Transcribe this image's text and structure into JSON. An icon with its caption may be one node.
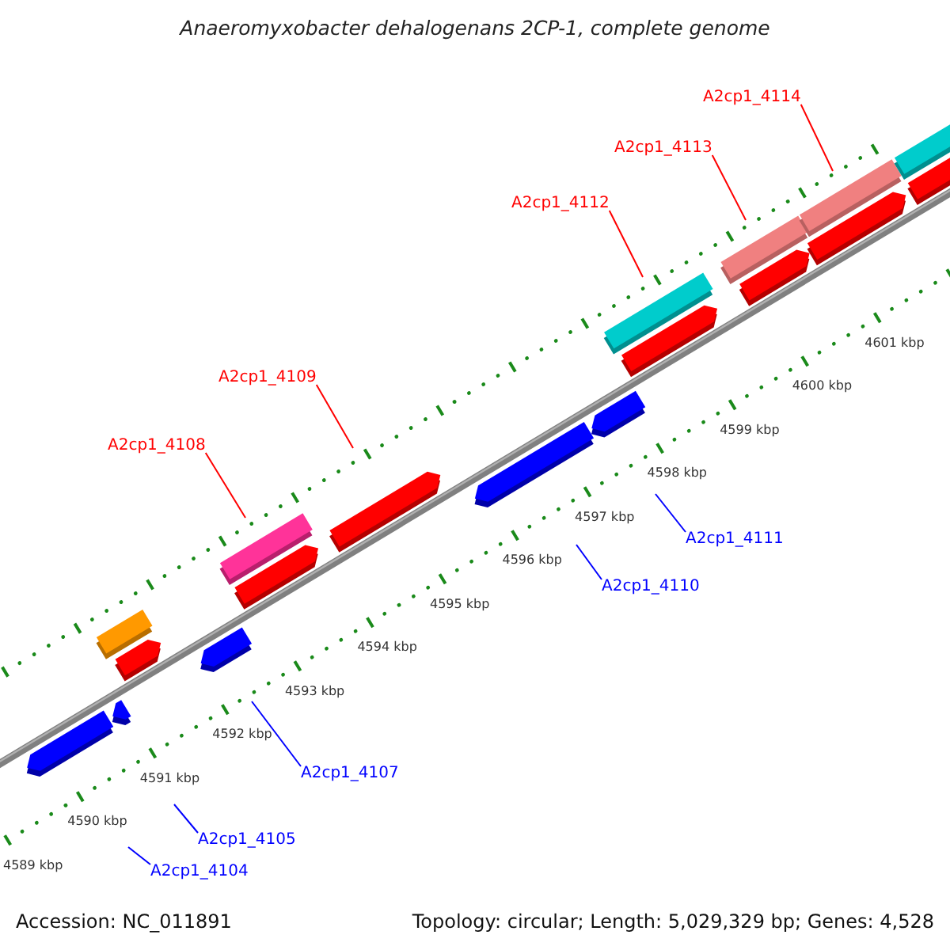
{
  "diagram": {
    "title": "Anaeromyxobacter dehalogenans 2CP-1, complete genome",
    "nodes": [
      {
        "text": [
          "A2cp1_4114"
        ]
      },
      {
        "text": [
          "A2cp1_4113"
        ]
      },
      {
        "text": [
          "A2cp1_4112"
        ]
      },
      {
        "text": [
          "A2cp1_4109"
        ]
      },
      {
        "text": [
          "A2cp1_4108"
        ]
      },
      {
        "text": [
          "A2cp1_4111"
        ]
      },
      {
        "text": [
          "A2cp1_4110"
        ]
      },
      {
        "text": [
          "A2cp1_4107"
        ]
      },
      {
        "text": [
          "A2cp1_4105"
        ]
      },
      {
        "text": [
          "A2cp1_4104"
        ]
      }
    ],
    "edges": [
      {
        "from": 0,
        "to": null,
        "arrow": "none",
        "color": "#ff0000"
      },
      {
        "from": 1,
        "to": null,
        "arrow": "none",
        "color": "#ff0000"
      },
      {
        "from": 2,
        "to": null,
        "arrow": "none",
        "color": "#ff0000"
      },
      {
        "from": 3,
        "to": null,
        "arrow": "none",
        "color": "#ff0000"
      },
      {
        "from": 4,
        "to": null,
        "arrow": "none",
        "color": "#ff0000"
      },
      {
        "from": 5,
        "to": null,
        "arrow": "none",
        "color": "#0000ff"
      },
      {
        "from": 6,
        "to": null,
        "arrow": "none",
        "color": "#0000ff"
      },
      {
        "from": 7,
        "to": null,
        "arrow": "none",
        "color": "#0000ff"
      },
      {
        "from": 8,
        "to": null,
        "arrow": "none",
        "color": "#0000ff"
      },
      {
        "from": 9,
        "to": null,
        "arrow": "none",
        "color": "#0000ff"
      }
    ],
    "labels": [
      "4601 kbp",
      "4600 kbp",
      "4599 kbp",
      "4598 kbp",
      "4597 kbp",
      "4596 kbp",
      "4595 kbp",
      "4594 kbp",
      "4593 kbp",
      "4592 kbp",
      "4591 kbp",
      "4590 kbp",
      "4589 kbp",
      "Accession: NC_011891",
      "Topology: circular; Length: 5,029,329 bp; Genes: 4,528"
    ]
  }
}
